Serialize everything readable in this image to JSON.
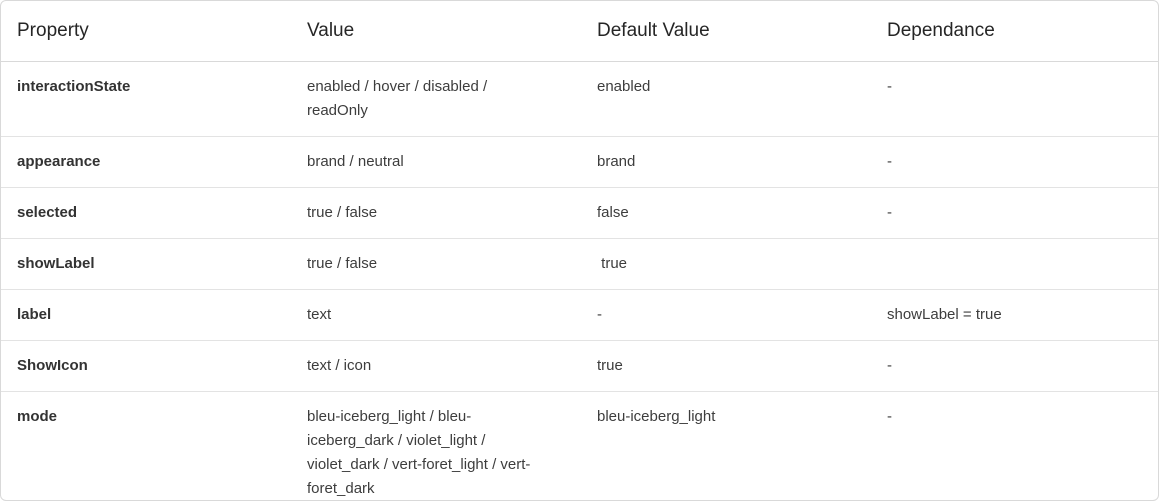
{
  "headers": [
    "Property",
    "Value",
    "Default Value",
    "Dependance"
  ],
  "rows": [
    {
      "property": "interactionState",
      "value": "enabled / hover / disabled / readOnly",
      "default": "enabled",
      "dependance": "-"
    },
    {
      "property": "appearance",
      "value": "brand / neutral",
      "default": "brand",
      "dependance": "-"
    },
    {
      "property": "selected",
      "value": "true / false",
      "default": "false",
      "dependance": "-"
    },
    {
      "property": "showLabel",
      "value": "true / false",
      "default": " true",
      "dependance": ""
    },
    {
      "property": "label",
      "value": "text",
      "default": "-",
      "dependance": "showLabel = true"
    },
    {
      "property": "ShowIcon",
      "value": "text / icon",
      "default": "true",
      "dependance": "-"
    },
    {
      "property": "mode",
      "value": "bleu-iceberg_light / bleu-iceberg_dark / violet_light / violet_dark / vert-foret_light / vert-foret_dark",
      "default": "bleu-iceberg_light",
      "dependance": "-"
    }
  ]
}
